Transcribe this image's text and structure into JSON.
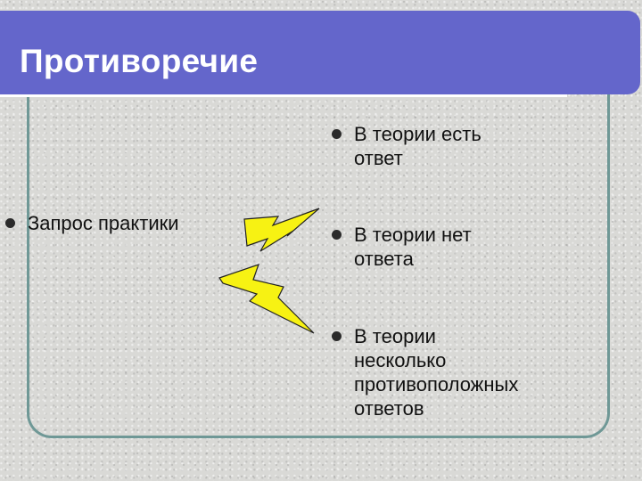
{
  "slide": {
    "title": "Противоречие",
    "left_item": "Запрос практики",
    "right_items": [
      "В теории есть\nответ",
      "В теории нет\nответа",
      "В теории\nнесколько\nпротивоположных\nответов"
    ]
  },
  "colors": {
    "title_bar": "#6466cb",
    "frame": "#6f9896",
    "lightning": "#f7f213"
  },
  "icons": [
    "lightning-icon",
    "lightning-icon"
  ]
}
